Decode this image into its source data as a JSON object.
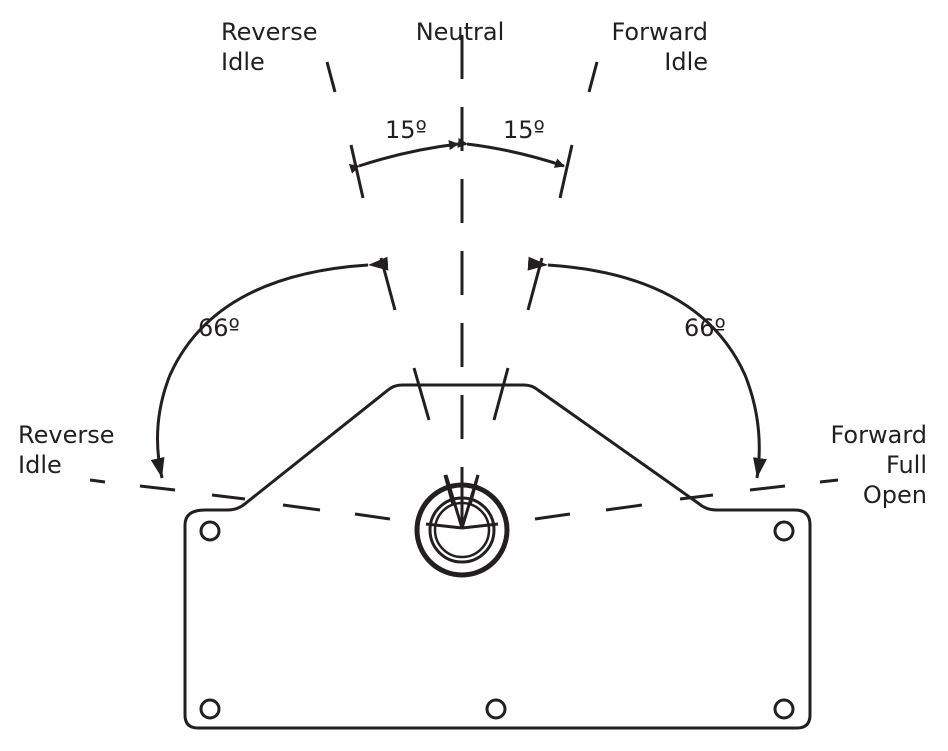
{
  "labels": {
    "reverse_idle_top": [
      "Reverse",
      "Idle"
    ],
    "neutral": "Neutral",
    "forward_idle_top": [
      "Forward",
      "Idle"
    ],
    "reverse_idle_left": [
      "Reverse",
      "Idle"
    ],
    "forward_full_open": [
      "Forward",
      "Full",
      "Open"
    ]
  },
  "angles": {
    "left_small": "15º",
    "right_small": "15º",
    "left_large": "66º",
    "right_large": "66º"
  },
  "colors": {
    "line": "#231f20",
    "background": "#ffffff"
  }
}
